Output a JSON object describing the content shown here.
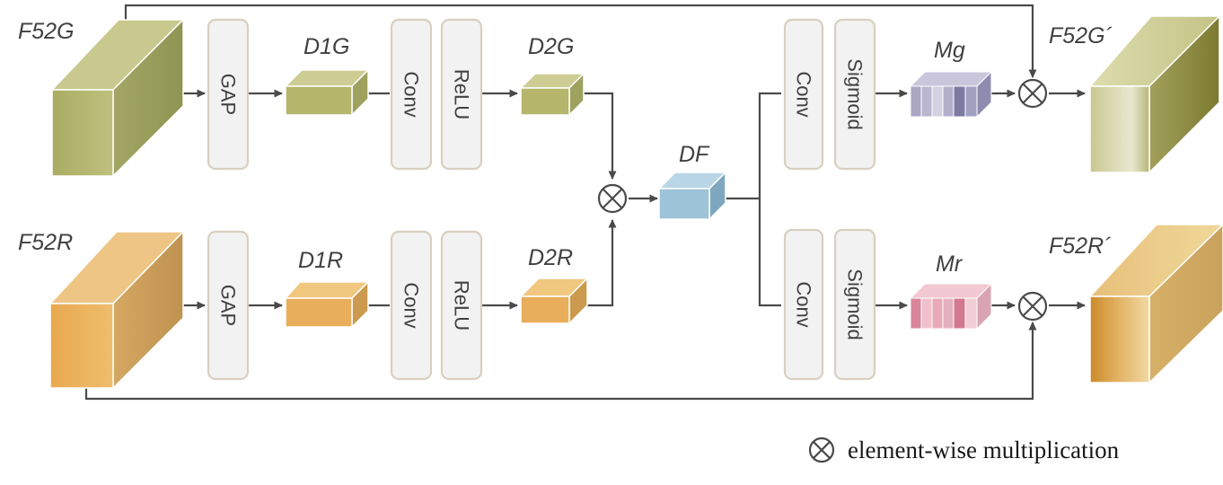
{
  "labels": {
    "f52g": "F52G",
    "f52r": "F52R",
    "d1g": "D1G",
    "d2g": "D2G",
    "d1r": "D1R",
    "d2r": "D2R",
    "df": "DF",
    "mg_main": "M",
    "mg_sub": "g",
    "mr_main": "M",
    "mr_sub": "r",
    "f52g_out": "F52G´",
    "f52r_out": "F52R´"
  },
  "ops": {
    "gap": "GAP",
    "conv": "Conv",
    "relu": "ReLU",
    "sigmoid": "Sigmoid"
  },
  "legend": {
    "text": "element-wise multiplication"
  },
  "colors": {
    "green_tensor": "#b5b56b",
    "orange_tensor": "#e6ac5c",
    "blue_tensor": "#9dc3d9",
    "purple_mask": "#8d88ad",
    "pink_mask": "#d9869b",
    "op_box_fill": "#f2f2f2",
    "op_box_border": "#d8cfc0"
  }
}
